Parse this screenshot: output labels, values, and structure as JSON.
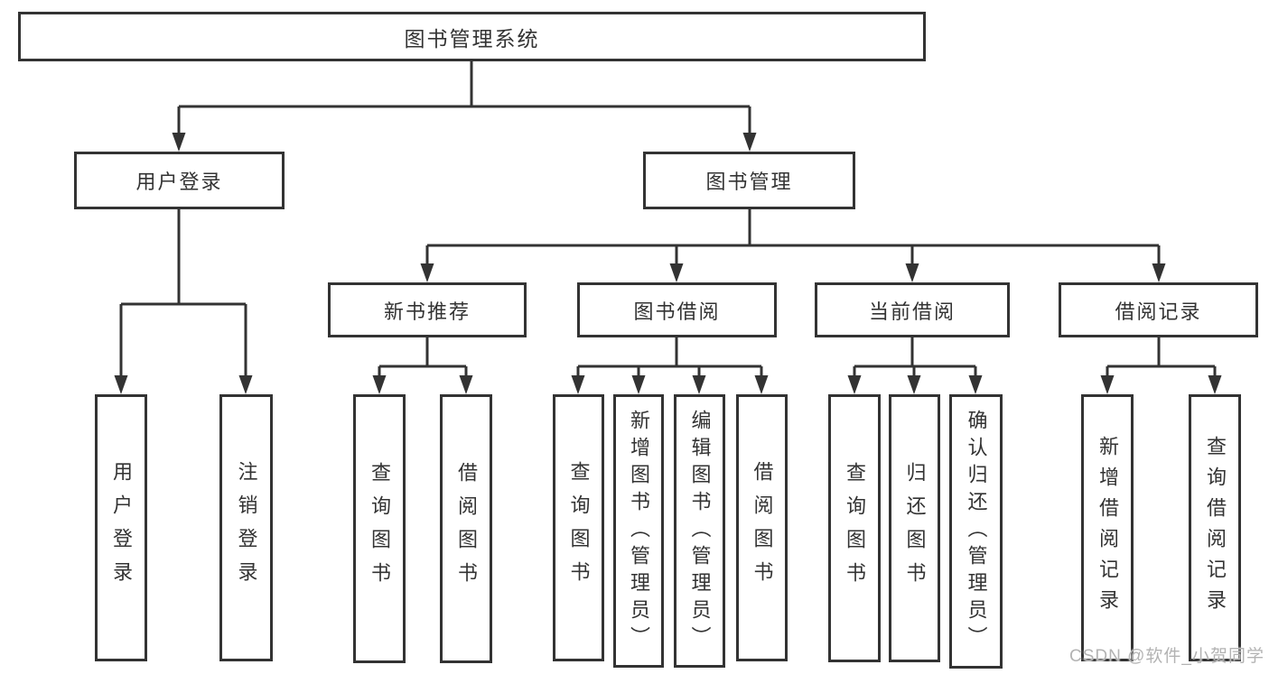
{
  "diagram": {
    "root": {
      "label": "图书管理系统"
    },
    "branches": [
      {
        "label": "用户登录",
        "leaves": [
          "用户登录",
          "注销登录"
        ]
      },
      {
        "label": "图书管理",
        "groups": [
          {
            "label": "新书推荐",
            "leaves": [
              "查询图书",
              "借阅图书"
            ]
          },
          {
            "label": "图书借阅",
            "leaves": [
              "查询图书",
              "新增图书（管理员）",
              "编辑图书（管理员）",
              "借阅图书"
            ]
          },
          {
            "label": "当前借阅",
            "leaves": [
              "查询图书",
              "归还图书",
              "确认归还（管理员）"
            ]
          },
          {
            "label": "借阅记录",
            "leaves": [
              "新增借阅记录",
              "查询借阅记录"
            ]
          }
        ]
      }
    ]
  },
  "watermark": "CSDN @软件_小贺同学",
  "colors": {
    "line": "#333333",
    "box_border": "#333333",
    "text": "#333333",
    "watermark": "#b3b3b3",
    "background": "#ffffff"
  }
}
